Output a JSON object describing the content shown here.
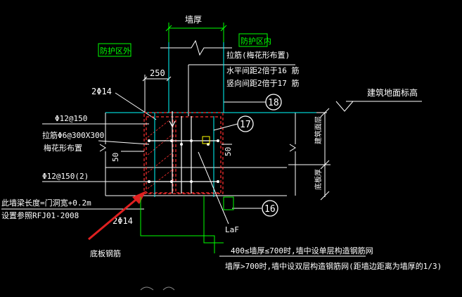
{
  "colors": {
    "background": "#000000",
    "white": "#ffffff",
    "green": "#00ff00",
    "cyan": "#00ffff",
    "red": "#ff3030",
    "yellow": "#ffff00",
    "gray": "#b8b8b8",
    "arrow": "#e02020"
  },
  "labels": {
    "wall_thickness": "墙厚",
    "protection_outer": "防护区外",
    "protection_inner": "防护区内",
    "tie_bars_l1": "拉筋(梅花形布置)",
    "tie_bars_l2": "水平间距2倍于16  筋",
    "tie_bars_l3": "竖向间距2倍于17  筋",
    "dim_250": "250",
    "bar_2phi14_top": "2Φ14",
    "bar_phi12_150": "Φ12@150",
    "tie_phi6": "拉筋Φ6@300X300",
    "plum_layout": "梅花形布置",
    "dim_50_left": "50",
    "dim_50_right": "50",
    "bar_phi12_150_2": "Φ12@150(2)",
    "extend_note_l1": "此墙梁长度=门洞宽+0.2m",
    "extend_note_l2": "设置参照RFJ01-2008",
    "bar_2phi14_bottom": "2Φ14",
    "anchor_laf": "LaF",
    "bottom_rebar": "底板钢筋",
    "note_l1": "400≤墙厚≤700时,墙中设单层构造钢筋网",
    "note_l2": "墙厚>700时,墙中设双层构造钢筋网(距墙边距离为墙厚的1/3)",
    "building_ground": "建筑地面标高",
    "building_floor": "建筑面层",
    "bottom_slab": "底板厚",
    "circle_18_top": "18",
    "circle_17": "17",
    "circle_16": "16"
  }
}
